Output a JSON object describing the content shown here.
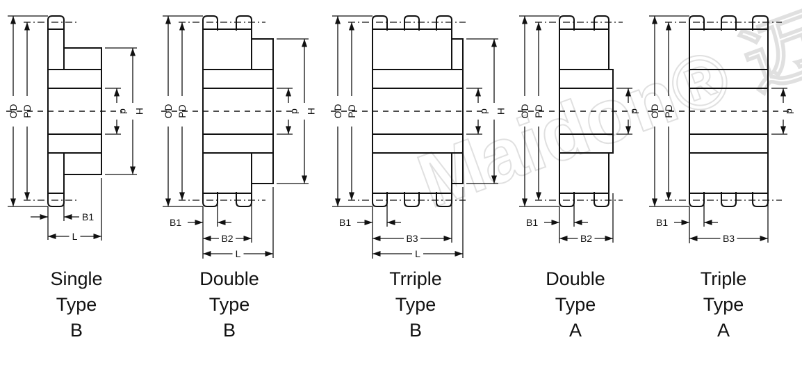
{
  "watermark": "Maidon® 迈动",
  "diagrams": [
    {
      "id": "single-type-b",
      "title": [
        "Single",
        "Type",
        "B"
      ],
      "labels": {
        "od": "OD",
        "pd": "PD",
        "d": "d",
        "h": "H",
        "b1": "B1",
        "b": null,
        "l": "L"
      }
    },
    {
      "id": "double-type-b",
      "title": [
        "Double",
        "Type",
        "B"
      ],
      "labels": {
        "od": "OD",
        "pd": "PD",
        "d": "d",
        "h": "H",
        "b1": "B1",
        "b": "B2",
        "l": "L"
      }
    },
    {
      "id": "triple-type-b",
      "title": [
        "Trriple",
        "Type",
        "B"
      ],
      "labels": {
        "od": "OD",
        "pd": "PD",
        "d": "d",
        "h": "H",
        "b1": "B1",
        "b": "B3",
        "l": "L"
      }
    },
    {
      "id": "double-type-a",
      "title": [
        "Double",
        "Type",
        "A"
      ],
      "labels": {
        "od": "OD",
        "pd": "PD",
        "d": "d",
        "h": null,
        "b1": "B1",
        "b": "B2",
        "l": null
      }
    },
    {
      "id": "triple-type-a",
      "title": [
        "Triple",
        "Type",
        "A"
      ],
      "labels": {
        "od": "OD",
        "pd": "PD",
        "d": "d",
        "h": null,
        "b1": "B1",
        "b": "B3",
        "l": null
      }
    }
  ]
}
